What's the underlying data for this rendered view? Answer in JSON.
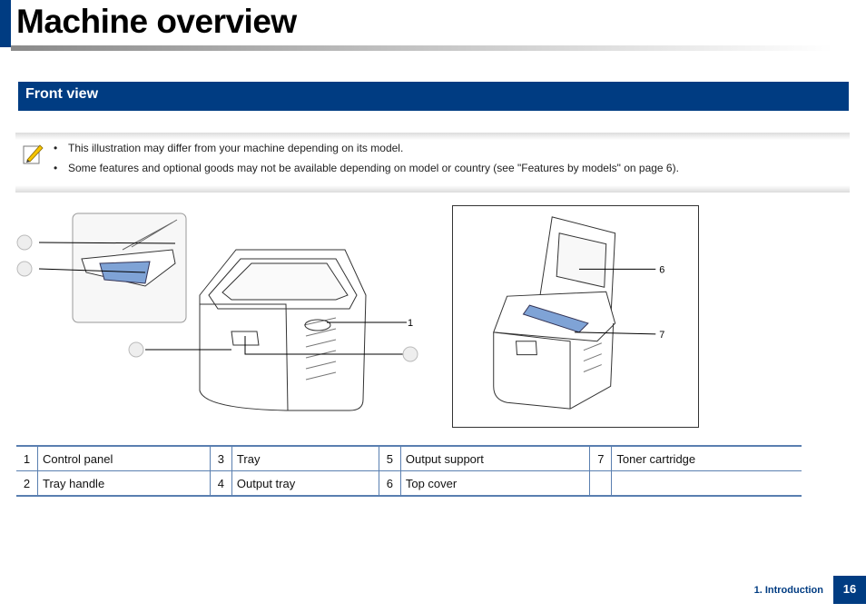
{
  "header": {
    "title": "Machine overview"
  },
  "section": {
    "title": "Front view"
  },
  "note": {
    "icon": "note-pencil-icon",
    "items": [
      "This illustration may differ from your machine depending on its model.",
      "Some features and optional goods may not be available depending on model or country (see \"Features by models\" on page 6)."
    ]
  },
  "figure": {
    "callouts_left": [
      "1"
    ],
    "callouts_right": [
      "6",
      "7"
    ]
  },
  "parts_table": {
    "rows": [
      [
        {
          "n": "1",
          "label": "Control panel"
        },
        {
          "n": "3",
          "label": "Tray"
        },
        {
          "n": "5",
          "label": "Output support"
        },
        {
          "n": "7",
          "label": "Toner cartridge"
        }
      ],
      [
        {
          "n": "2",
          "label": "Tray handle"
        },
        {
          "n": "4",
          "label": "Output tray"
        },
        {
          "n": "6",
          "label": "Top cover"
        },
        {
          "n": "",
          "label": ""
        }
      ]
    ]
  },
  "footer": {
    "chapter": "1. Introduction",
    "page": "16"
  },
  "colors": {
    "brand_blue": "#003c82",
    "table_rule": "#5a7fb0",
    "highlight": "#7fa3d6"
  }
}
